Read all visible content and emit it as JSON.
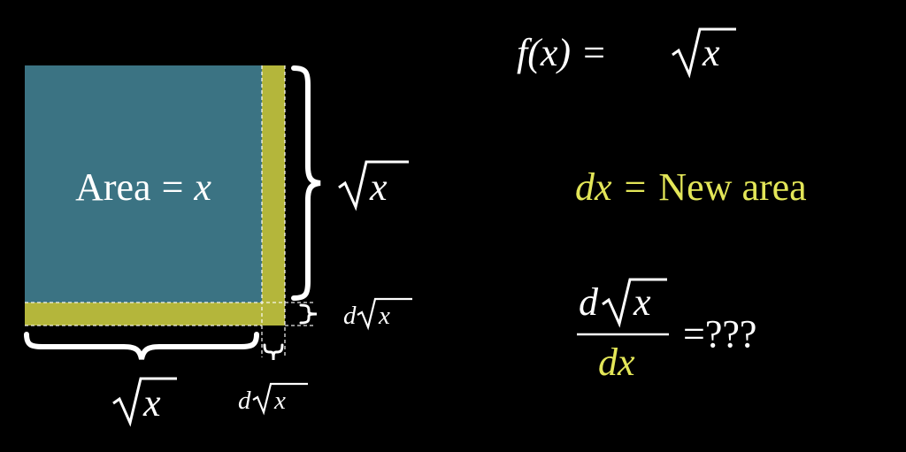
{
  "colors": {
    "background": "#000000",
    "square_fill": "#3b7383",
    "strip_fill": "#b4b63b",
    "text_white": "#ffffff",
    "text_yellow": "#e3e658"
  },
  "diagram": {
    "area_label": {
      "word": "Area",
      "equals": "=",
      "var": "x"
    },
    "right_side_label": {
      "sqrt_arg": "x"
    },
    "bottom_side_label": {
      "sqrt_arg": "x"
    },
    "small_right_label": {
      "d": "d",
      "sqrt_arg": "x"
    },
    "small_bottom_label": {
      "d": "d",
      "sqrt_arg": "x"
    }
  },
  "equations": {
    "function_def": {
      "lhs": "f(x)",
      "equals": "=",
      "sqrt_arg": "x"
    },
    "new_area": {
      "var": "dx",
      "equals": "=",
      "text": "New area"
    },
    "derivative": {
      "numerator_d": "d",
      "numerator_sqrt_arg": "x",
      "denominator": "dx",
      "equals_question": "=???"
    }
  }
}
